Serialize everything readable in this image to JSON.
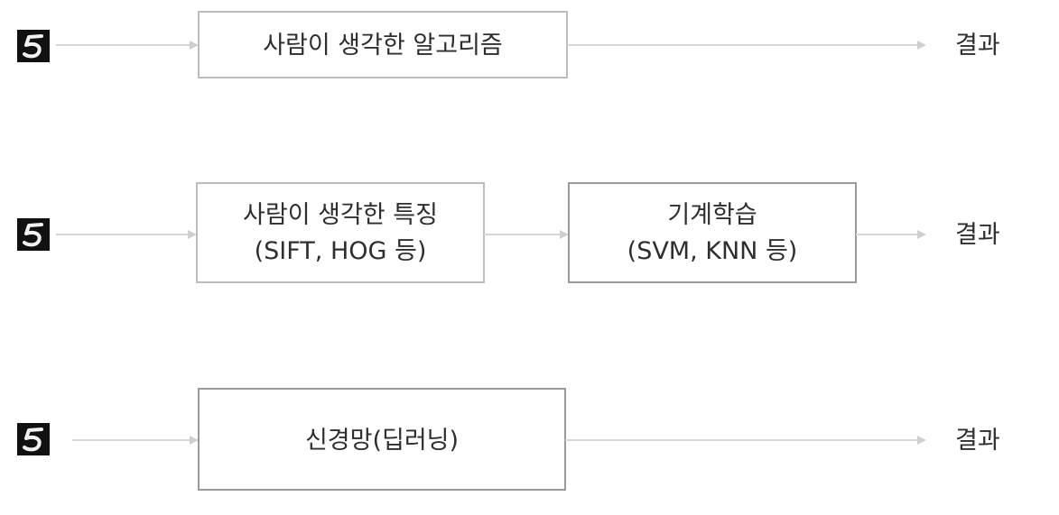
{
  "pipelines": [
    {
      "boxes": [
        {
          "lines": [
            "사람이 생각한 알고리즘"
          ]
        }
      ],
      "result_label": "결과"
    },
    {
      "boxes": [
        {
          "lines": [
            "사람이 생각한 특징",
            "(SIFT, HOG 등)"
          ]
        },
        {
          "lines": [
            "기계학습",
            "(SVM, KNN 등)"
          ]
        }
      ],
      "result_label": "결과"
    },
    {
      "boxes": [
        {
          "lines": [
            "신경망(딥러닝)"
          ]
        }
      ],
      "result_label": "결과"
    }
  ],
  "icons": {
    "input_image": "digit-five-icon"
  },
  "colors": {
    "box_border": "#bdbdbd",
    "arrow": "#d6d6d6",
    "text": "#2e2e2e",
    "digit_background": "#111111"
  }
}
